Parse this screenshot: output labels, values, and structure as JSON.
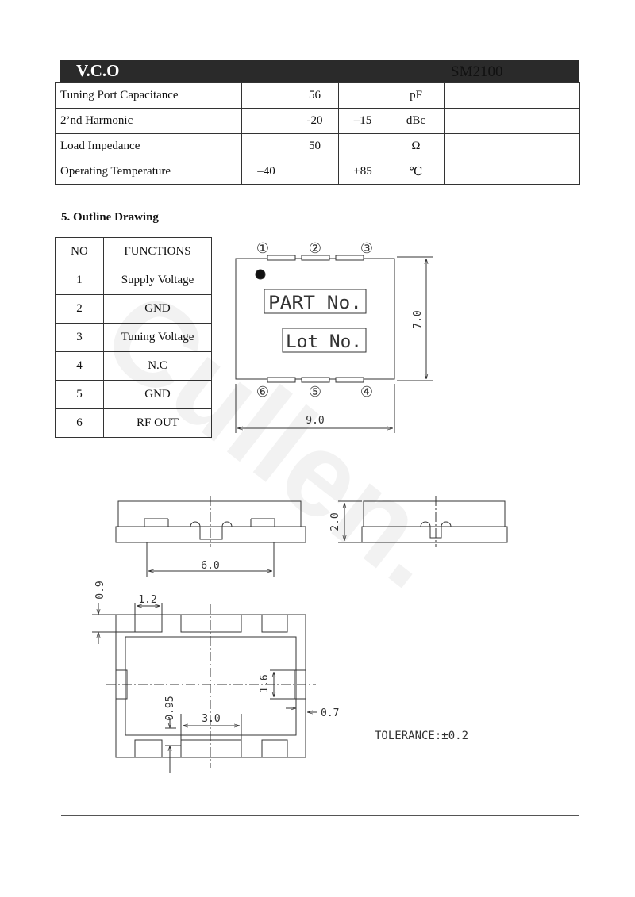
{
  "header": {
    "title": "V.C.O",
    "model": "SM2100"
  },
  "spec_rows": [
    {
      "param": "Tuning Port Capacitance",
      "min": "",
      "typ": "56",
      "max": "",
      "unit": "pF",
      "cond": ""
    },
    {
      "param": "2’nd    Harmonic",
      "min": "",
      "typ": "-20",
      "max": "–15",
      "unit": "dBc",
      "cond": ""
    },
    {
      "param": "Load    Impedance",
      "min": "",
      "typ": "50",
      "max": "",
      "unit": "Ω",
      "cond": ""
    },
    {
      "param": "Operating    Temperature",
      "min": "–40",
      "typ": "",
      "max": "+85",
      "unit": "℃",
      "cond": ""
    }
  ],
  "section_title": "5. Outline Drawing",
  "functions_table": {
    "headers": [
      "NO",
      "FUNCTIONS"
    ],
    "rows": [
      {
        "no": "1",
        "function": "Supply Voltage"
      },
      {
        "no": "2",
        "function": "GND"
      },
      {
        "no": "3",
        "function": "Tuning Voltage"
      },
      {
        "no": "4",
        "function": "N.C"
      },
      {
        "no": "5",
        "function": "GND"
      },
      {
        "no": "6",
        "function": "RF OUT"
      }
    ]
  },
  "drawing": {
    "pins_top": [
      "①",
      "②",
      "③"
    ],
    "pins_bottom": [
      "⑥",
      "⑤",
      "④"
    ],
    "part_label": "PART No.",
    "lot_label": "Lot No.",
    "dim_height": "7.0",
    "dim_width": "9.0",
    "dim_thickness": "2.0",
    "dim_pad_span": "6.0",
    "dim_pad_h": "0.9",
    "dim_pad_w": "1.2",
    "dim_side_pad": "1.6",
    "dim_0_95": "0.95",
    "dim_3_0": "3.0",
    "dim_0_7": "0.7",
    "tolerance": "TOLERANCE:±0.2"
  }
}
